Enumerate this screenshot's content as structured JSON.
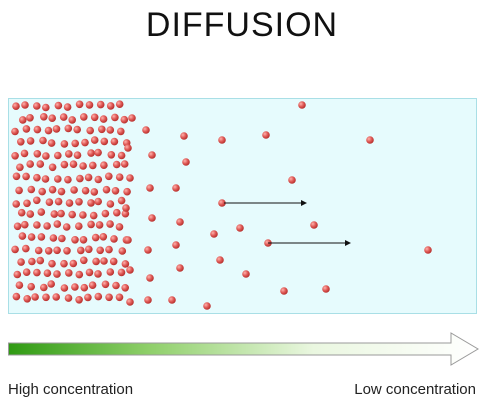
{
  "title": "DIFFUSION",
  "labels": {
    "high": "High concentration",
    "low": "Low concentration"
  },
  "colors": {
    "particle": "#e05a57",
    "tank_fill": "#e6fbfd",
    "gradient_start": "#2f9a12",
    "gradient_end": "#ffffff"
  }
}
